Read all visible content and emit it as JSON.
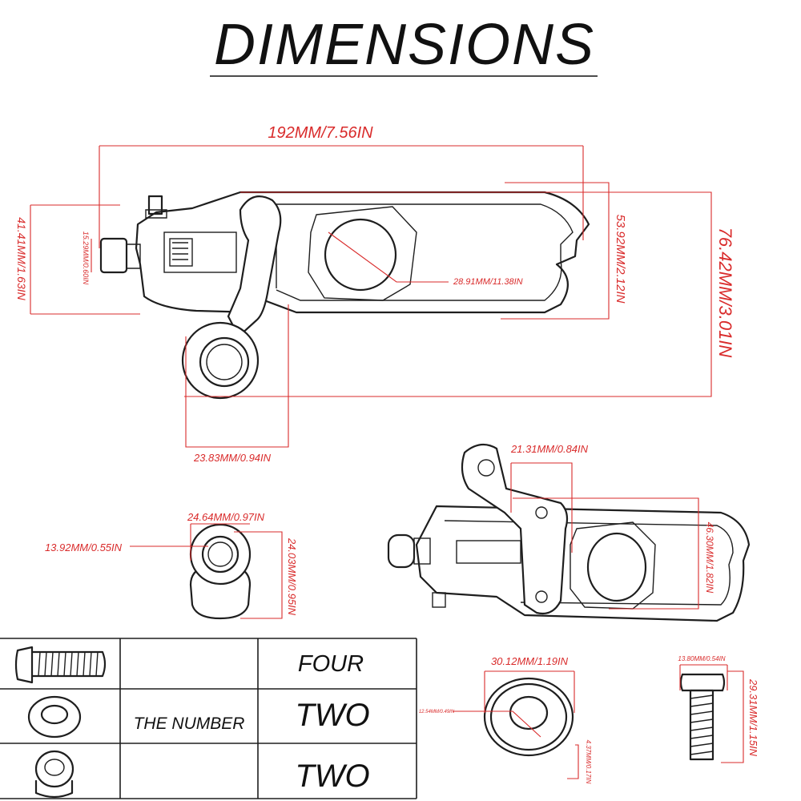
{
  "title": "DIMENSIONS",
  "dimensions": {
    "total_length": "192MM/7.56IN",
    "left_height": "41.41MM/1.63IN",
    "adjuster_dia": "15.29MM/0.60IN",
    "hole_dia": "28.91MM/11.38IN",
    "plate_height": "53.92MM/2.12IN",
    "total_height": "76.42MM/3.01IN",
    "spool_width": "23.83MM/0.94IN",
    "bracket_width": "21.31MM/0.84IN",
    "plate_height_alt": "46.30MM/1.82IN",
    "spacer_outer": "24.64MM/0.97IN",
    "spacer_inner": "13.92MM/0.55IN",
    "spacer_height": "24.03MM/0.95IN",
    "washer_outer": "30.12MM/1.19IN",
    "washer_inner": "12.54MM/0.49IN",
    "washer_thick": "4.37MM/0.17IN",
    "bolt_head": "13.80MM/0.54IN",
    "bolt_length": "29.31MM/1.15IN"
  },
  "table": {
    "label": "THE NUMBER",
    "rows": [
      {
        "part_icon": "bolt-icon",
        "count": "FOUR"
      },
      {
        "part_icon": "washer-icon",
        "count": "TWO"
      },
      {
        "part_icon": "spacer-icon",
        "count": "TWO"
      }
    ]
  },
  "colors": {
    "dimension": "#d92b2b",
    "ink": "#1e1e1e"
  }
}
